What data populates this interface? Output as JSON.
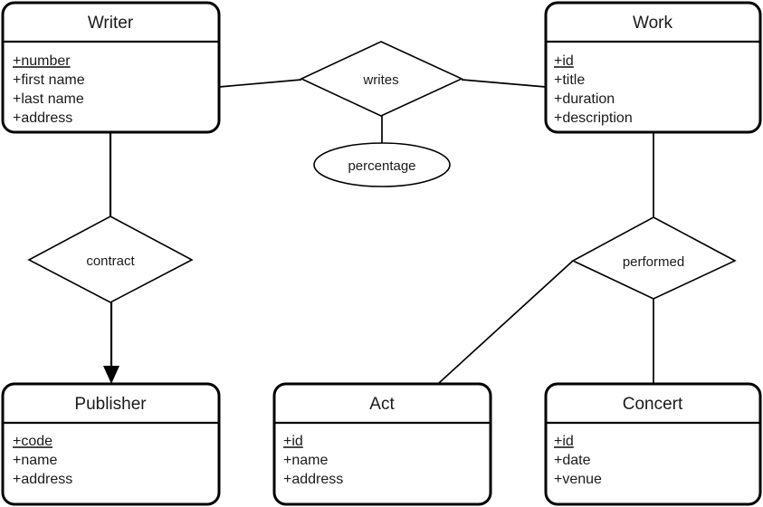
{
  "diagram": {
    "type": "er-diagram",
    "background_color": "#ffffff",
    "line_color": "#000000",
    "text_color": "#1a1a1a"
  },
  "entities": [
    {
      "id": "writer",
      "name": "Writer",
      "attributes": [
        {
          "text": "+number",
          "primary_key": true
        },
        {
          "text": "+first name",
          "primary_key": false
        },
        {
          "text": "+last name",
          "primary_key": false
        },
        {
          "text": "+address",
          "primary_key": false
        }
      ]
    },
    {
      "id": "work",
      "name": "Work",
      "attributes": [
        {
          "text": "+id",
          "primary_key": true
        },
        {
          "text": "+title",
          "primary_key": false
        },
        {
          "text": "+duration",
          "primary_key": false
        },
        {
          "text": "+description",
          "primary_key": false
        }
      ]
    },
    {
      "id": "publisher",
      "name": "Publisher",
      "attributes": [
        {
          "text": "+code",
          "primary_key": true
        },
        {
          "text": "+name",
          "primary_key": false
        },
        {
          "text": "+address",
          "primary_key": false
        }
      ]
    },
    {
      "id": "act",
      "name": "Act",
      "attributes": [
        {
          "text": "+id",
          "primary_key": true
        },
        {
          "text": "+name",
          "primary_key": false
        },
        {
          "text": "+address",
          "primary_key": false
        }
      ]
    },
    {
      "id": "concert",
      "name": "Concert",
      "attributes": [
        {
          "text": "+id",
          "primary_key": true
        },
        {
          "text": "+date",
          "primary_key": false
        },
        {
          "text": "+venue",
          "primary_key": false
        }
      ]
    }
  ],
  "relationships": [
    {
      "id": "writes",
      "label": "writes",
      "connects": [
        "writer",
        "work"
      ]
    },
    {
      "id": "contract",
      "label": "contract",
      "connects": [
        "writer",
        "publisher"
      ]
    },
    {
      "id": "performed",
      "label": "performed",
      "connects": [
        "work",
        "act",
        "concert"
      ]
    }
  ],
  "relationship_attributes": [
    {
      "id": "percentage",
      "label": "percentage",
      "belongs_to": "writes"
    }
  ]
}
